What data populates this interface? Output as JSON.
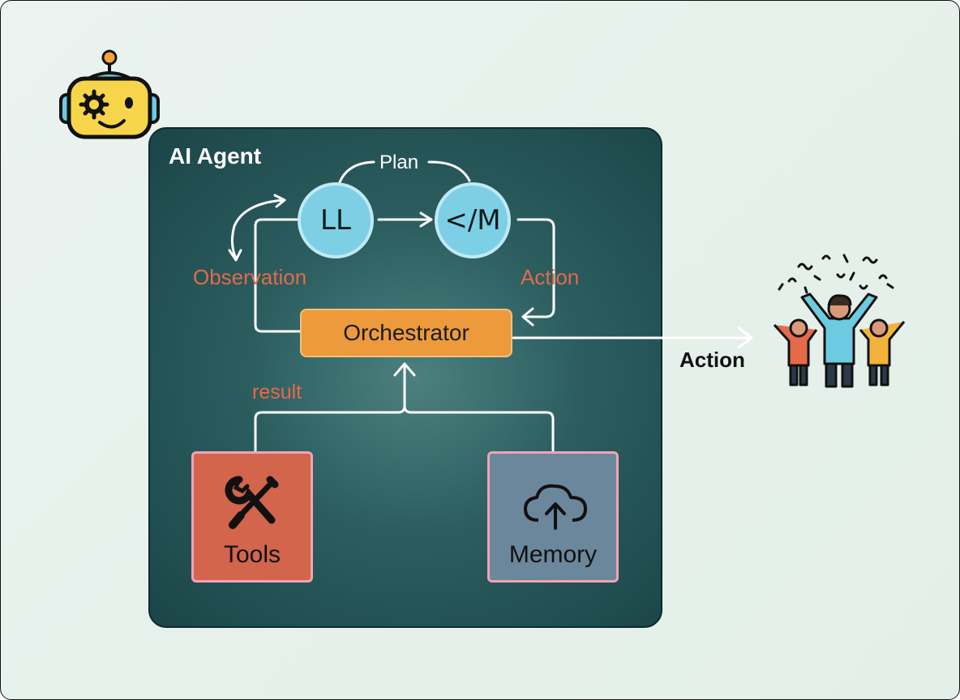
{
  "diagram": {
    "agent_title": "AI Agent",
    "plan_label": "Plan",
    "llm_label": "LL",
    "code_label": "</M",
    "observation_label": "Observation",
    "internal_action_label": "Action",
    "orchestrator_label": "Orchestrator",
    "result_label": "result",
    "tools_label": "Tools",
    "memory_label": "Memory",
    "external_action_label": "Action"
  },
  "icons": {
    "robot": "robot-icon",
    "tools": "wrench-screwdriver-icon",
    "memory": "cloud-upload-icon",
    "people": "celebrating-people-icon"
  },
  "colors": {
    "agent_box": "#1f4d50",
    "node": "#7dcfe6",
    "orchestrator": "#ec9a3c",
    "tools": "#d2654c",
    "memory": "#6b879c",
    "feedback_text": "#e46a4a"
  }
}
